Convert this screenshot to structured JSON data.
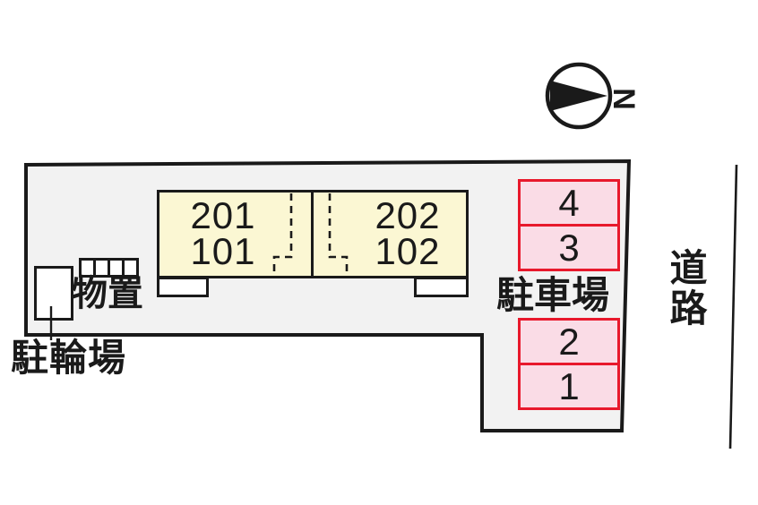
{
  "diagram": {
    "type": "site-layout-plan",
    "colors": {
      "site_fill": "#f2f2f2",
      "outline": "#1a1a1a",
      "building_fill": "#fbf7d3",
      "parking_fill": "#fadce6",
      "parking_border": "#e8192c"
    }
  },
  "compass": {
    "letter": "N"
  },
  "building": {
    "units": [
      {
        "upper": "201",
        "lower": "101"
      },
      {
        "upper": "202",
        "lower": "102"
      }
    ]
  },
  "storage": {
    "label": "物置",
    "shed_count": 4
  },
  "bicycle_parking": {
    "label": "駐輪場"
  },
  "parking": {
    "label": "駐車場",
    "spaces": [
      {
        "number": "4"
      },
      {
        "number": "3"
      },
      {
        "number": "2"
      },
      {
        "number": "1"
      }
    ]
  },
  "road": {
    "label": "道路"
  }
}
